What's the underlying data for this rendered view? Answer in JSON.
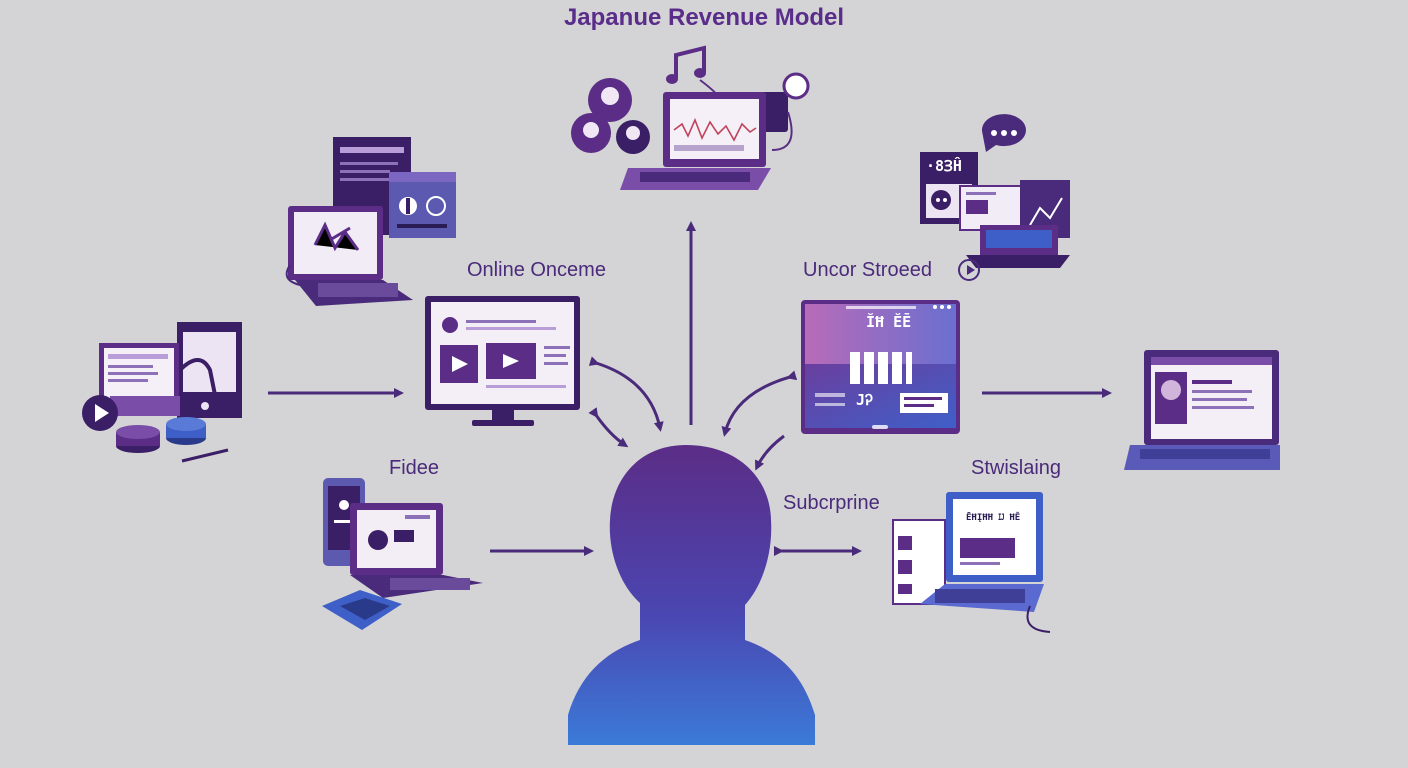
{
  "diagram": {
    "title": "Japanue Revenue Model",
    "labels": {
      "online": "Online Onceme",
      "uncor": "Uncor Stroeed",
      "fidee": "Fidee",
      "subcr": "Subcrprine",
      "stwis": "Stwislaing"
    },
    "screen_text": {
      "middle_header": "ĬĦ ĔĒ",
      "middle_badge": "JᎮ",
      "right_laptop": "ĒĦĮĦĦ Ĳ ĦĔ",
      "top_right_device": "·8ꞫĤ"
    },
    "colors": {
      "background": "#d4d4d6",
      "primary_purple": "#5a2d8a",
      "deep_purple": "#3b1f66",
      "accent_blue": "#3f6fd8",
      "arrow": "#4a2a7a"
    }
  }
}
